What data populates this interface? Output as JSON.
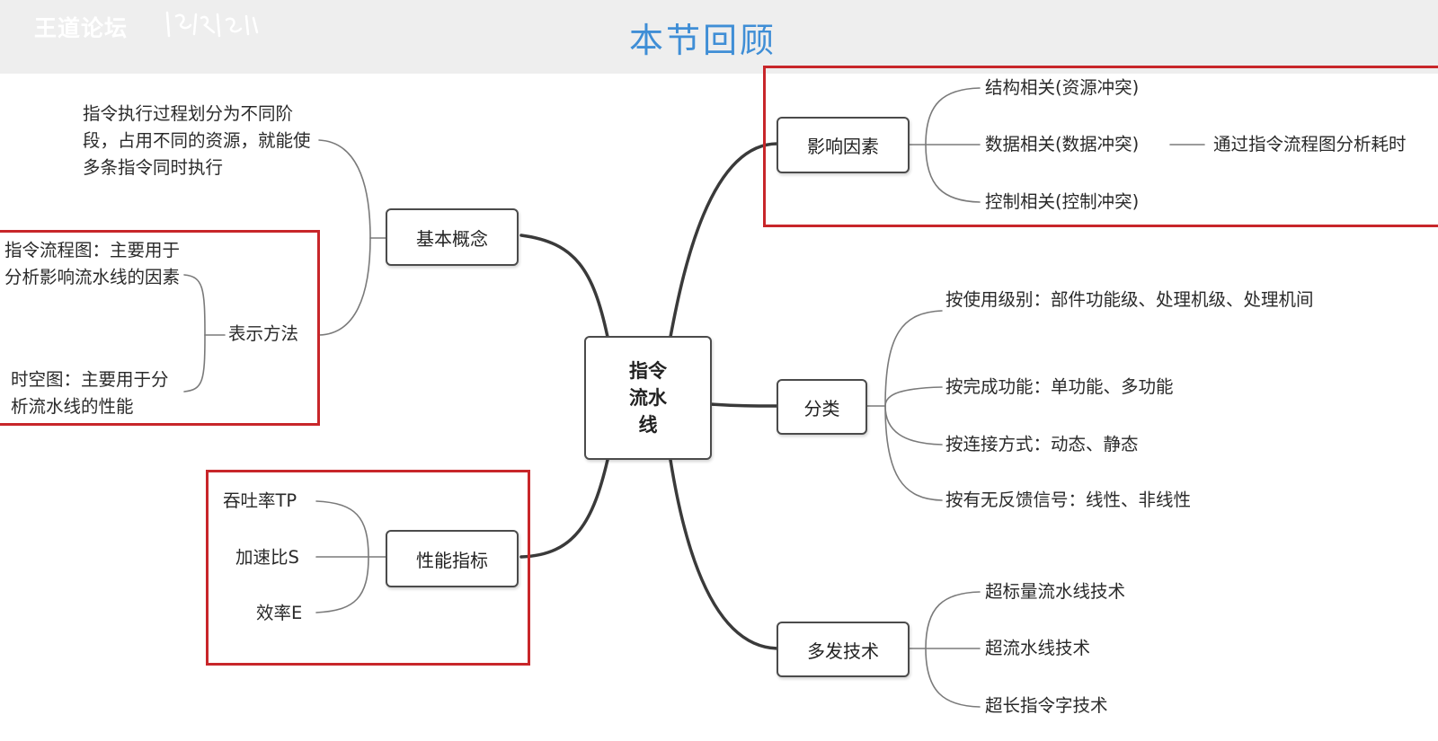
{
  "header": {
    "watermark": "王道论坛",
    "title": "本节回顾"
  },
  "center": {
    "line1": "指令",
    "line2": "流水",
    "line3": "线"
  },
  "branches": {
    "basic": {
      "label": "基本概念",
      "definition": "指令执行过程划分为不同阶段，占用不同的资源，就能使多条指令同时执行",
      "representation": {
        "label": "表示方法",
        "flow_chart": "指令流程图：主要用于分析影响流水线的因素",
        "space_time": "时空图：主要用于分析流水线的性能"
      }
    },
    "performance": {
      "label": "性能指标",
      "items": [
        "吞吐率TP",
        "加速比S",
        "效率E"
      ]
    },
    "factors": {
      "label": "影响因素",
      "structural": "结构相关(资源冲突)",
      "data": "数据相关(数据冲突)",
      "data_note": "通过指令流程图分析耗时",
      "control": "控制相关(控制冲突)"
    },
    "classification": {
      "label": "分类",
      "items": [
        "按使用级别：部件功能级、处理机级、处理机间",
        "按完成功能：单功能、多功能",
        "按连接方式：动态、静态",
        "按有无反馈信号：线性、非线性"
      ]
    },
    "multi_issue": {
      "label": "多发技术",
      "items": [
        "超标量流水线技术",
        "超流水线技术",
        "超长指令字技术"
      ]
    }
  },
  "colors": {
    "title": "#3f8ed6",
    "highlight": "#c8262a",
    "node_border": "#4b4b4b",
    "header_bg": "#eeeeee"
  }
}
